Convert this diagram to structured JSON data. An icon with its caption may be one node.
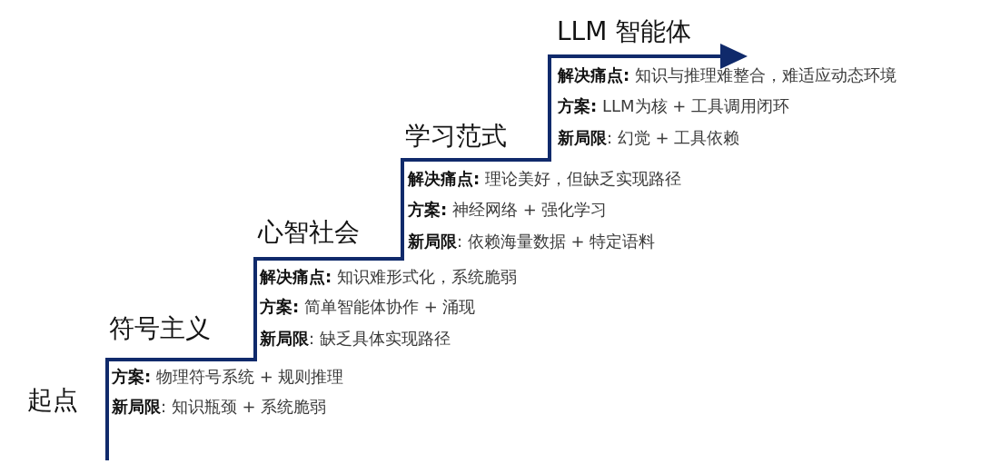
{
  "diagram": {
    "labels": [
      "起点",
      "符号主义",
      "**方案:** 物理符号系统 + 规则推理",
      "**新局限**: 知识瓶颈 + 系统脆弱",
      "心智社会",
      "**解决痛点:** 知识难形式化，系统脆弱",
      "**方案:** 简单智能体协作 + 涌现",
      "**新局限**: 缺乏具体实现路径",
      "学习范式",
      "**解决痛点:** 理论美好，但缺乏实现路径",
      "**方案:** 神经网络 + 强化学习",
      "**新局限**: 依赖海量数据 + 特定语料",
      "LLM 智能体",
      "**解决痛点:** 知识与推理难整合，难适应动态环境",
      "**方案:** LLM为核 + 工具调用闭环",
      "**新局限**: 幻觉 + 工具依赖"
    ]
  }
}
